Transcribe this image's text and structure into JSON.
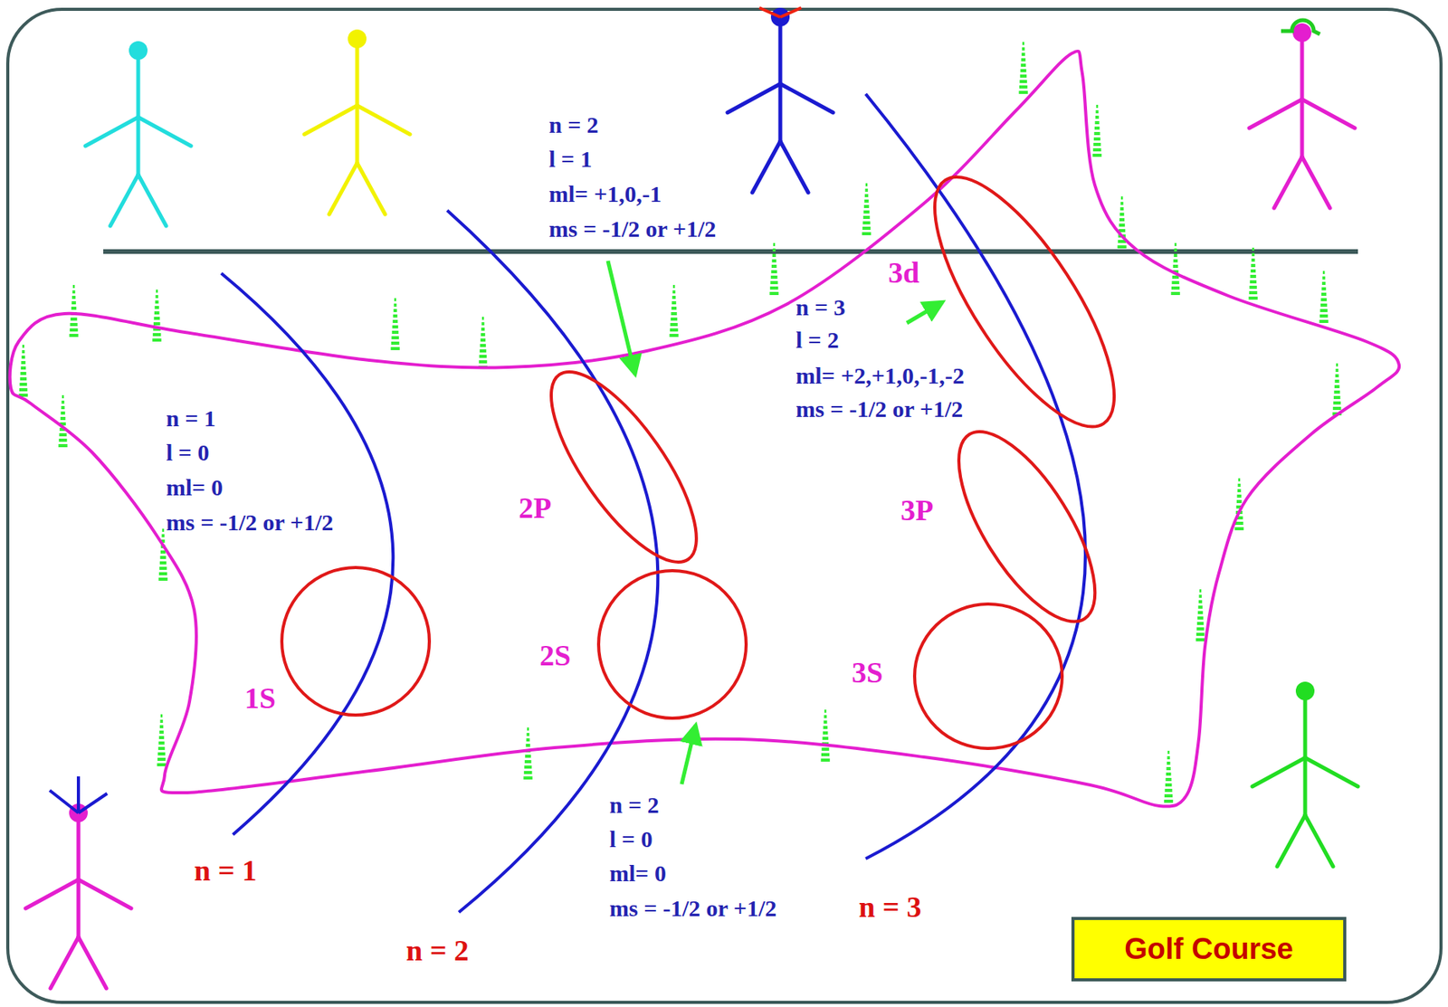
{
  "diagram": {
    "nodes": [
      {
        "text": [
          "1S"
        ]
      },
      {
        "text": [
          "2S"
        ]
      },
      {
        "text": [
          "2P"
        ]
      },
      {
        "text": [
          "3S"
        ]
      },
      {
        "text": [
          "3P"
        ]
      },
      {
        "text": [
          "3d"
        ]
      },
      {
        "text": [
          "Golf Course"
        ]
      }
    ],
    "labels": [
      "n = 2",
      "l = 1",
      "ml= +1,0,-1",
      "ms = -1/2 or +1/2",
      "n = 3",
      "l = 2",
      "ml= +2,+1,0,-1,-2",
      "ms = -1/2 or +1/2",
      "n = 1",
      "l = 0",
      "ml= 0",
      "ms = -1/2 or +1/2",
      "n = 2",
      "l = 0",
      "ml= 0",
      "ms = -1/2 or +1/2",
      "n = 1",
      "n = 2",
      "n = 3"
    ]
  }
}
